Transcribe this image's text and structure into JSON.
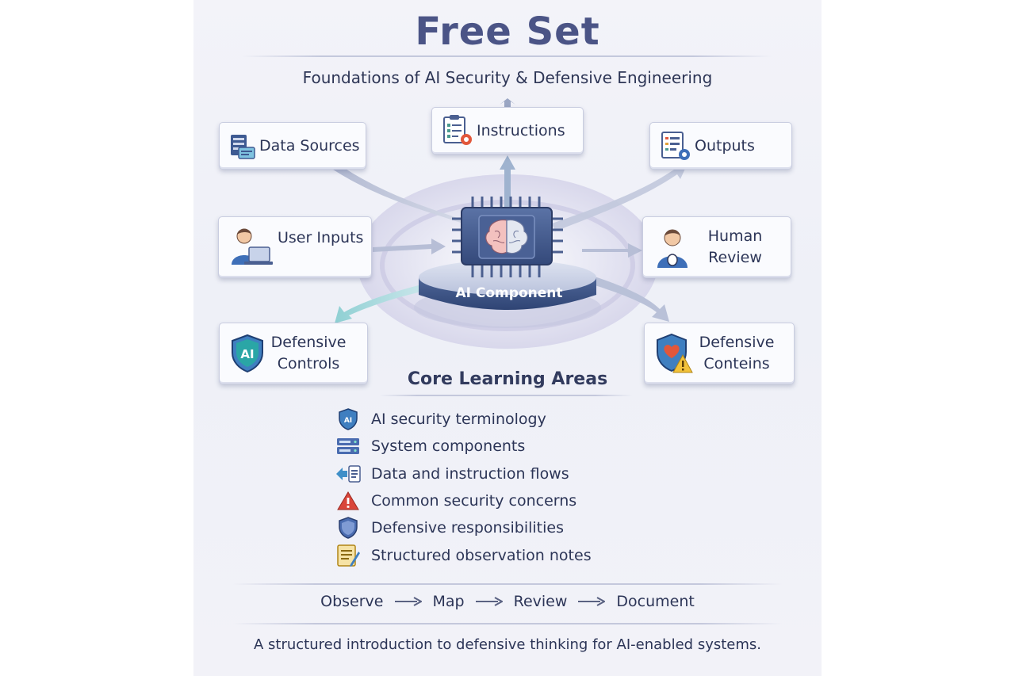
{
  "header": {
    "title": "Free Set",
    "subtitle": "Foundations of AI Security & Defensive Engineering"
  },
  "diagram": {
    "center_label": "AI Component",
    "nodes": {
      "data_sources": "Data Sources",
      "instructions": "Instructions",
      "outputs": "Outputs",
      "user_inputs": "User Inputs",
      "human_review_line1": "Human",
      "human_review_line2": "Review",
      "defensive_controls_line1": "Defensive",
      "defensive_controls_line2": "Controls",
      "defensive_concerns_line1": "Defensive",
      "defensive_concerns_line2": "Conteins"
    },
    "shield_badge": "AI"
  },
  "core": {
    "title": "Core Learning Areas",
    "items": [
      {
        "icon": "ai-shield-icon",
        "text": "AI security terminology"
      },
      {
        "icon": "server-icon",
        "text": "System components"
      },
      {
        "icon": "flow-icon",
        "text": "Data and instruction flows"
      },
      {
        "icon": "warning-icon",
        "text": "Common security concerns"
      },
      {
        "icon": "shield-icon",
        "text": "Defensive responsibilities"
      },
      {
        "icon": "notes-icon",
        "text": "Structured observation notes"
      }
    ]
  },
  "process": {
    "steps": [
      "Observe",
      "Map",
      "Review",
      "Document"
    ]
  },
  "footer": {
    "text": "A structured introduction to defensive thinking for AI-enabled systems."
  },
  "colors": {
    "title": "#4b5486",
    "chip_dark": "#3d5588",
    "arrow": "#bcc3d8",
    "teal_arrow": "#9fd6d9"
  }
}
